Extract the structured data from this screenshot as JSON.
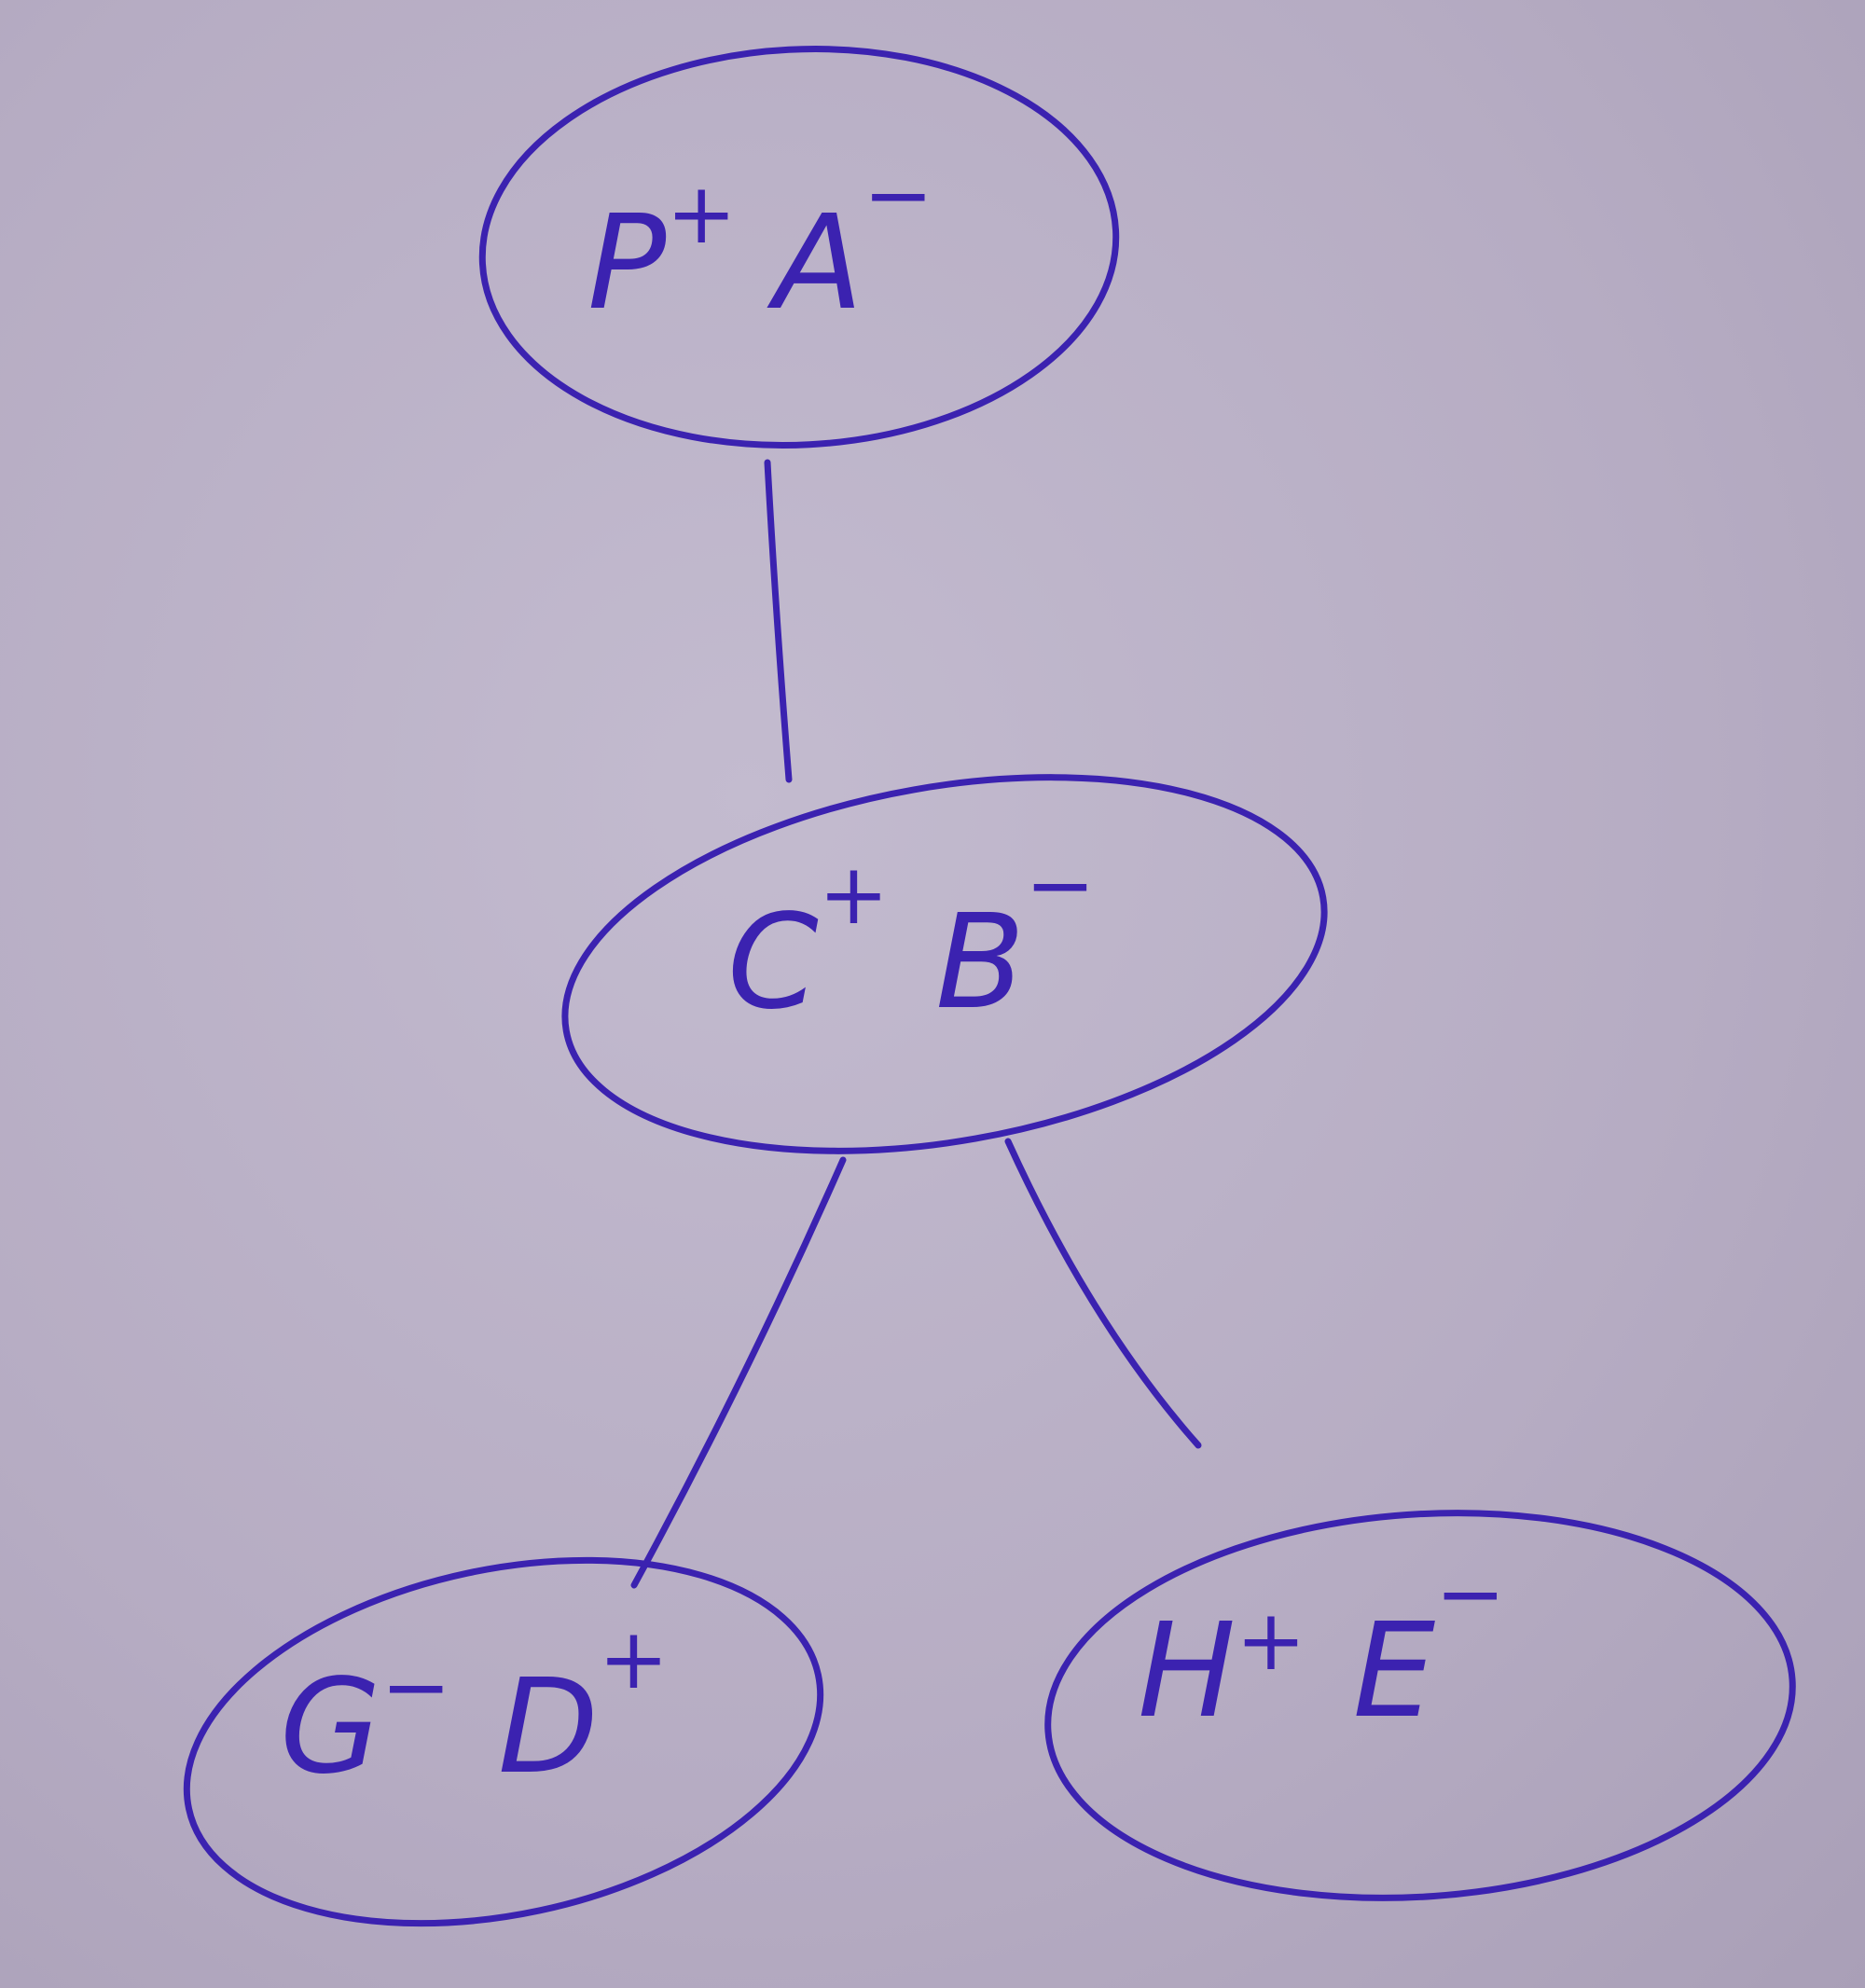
{
  "diagram": {
    "nodes": [
      {
        "id": "top",
        "left": {
          "letter": "P",
          "sign": "+"
        },
        "right": {
          "letter": "A",
          "sign": "−"
        }
      },
      {
        "id": "middle",
        "left": {
          "letter": "C",
          "sign": "+"
        },
        "right": {
          "letter": "B",
          "sign": "−"
        }
      },
      {
        "id": "bottom-left",
        "left": {
          "letter": "G",
          "sign": "−"
        },
        "right": {
          "letter": "D",
          "sign": "+"
        }
      },
      {
        "id": "bottom-right",
        "left": {
          "letter": "H",
          "sign": "+"
        },
        "right": {
          "letter": "E",
          "sign": "−"
        }
      }
    ],
    "edges": [
      {
        "from": "top",
        "to": "middle"
      },
      {
        "from": "middle",
        "to": "bottom-left"
      },
      {
        "from": "middle",
        "to": "bottom-right"
      }
    ],
    "ink_color": "#3b22b0"
  }
}
